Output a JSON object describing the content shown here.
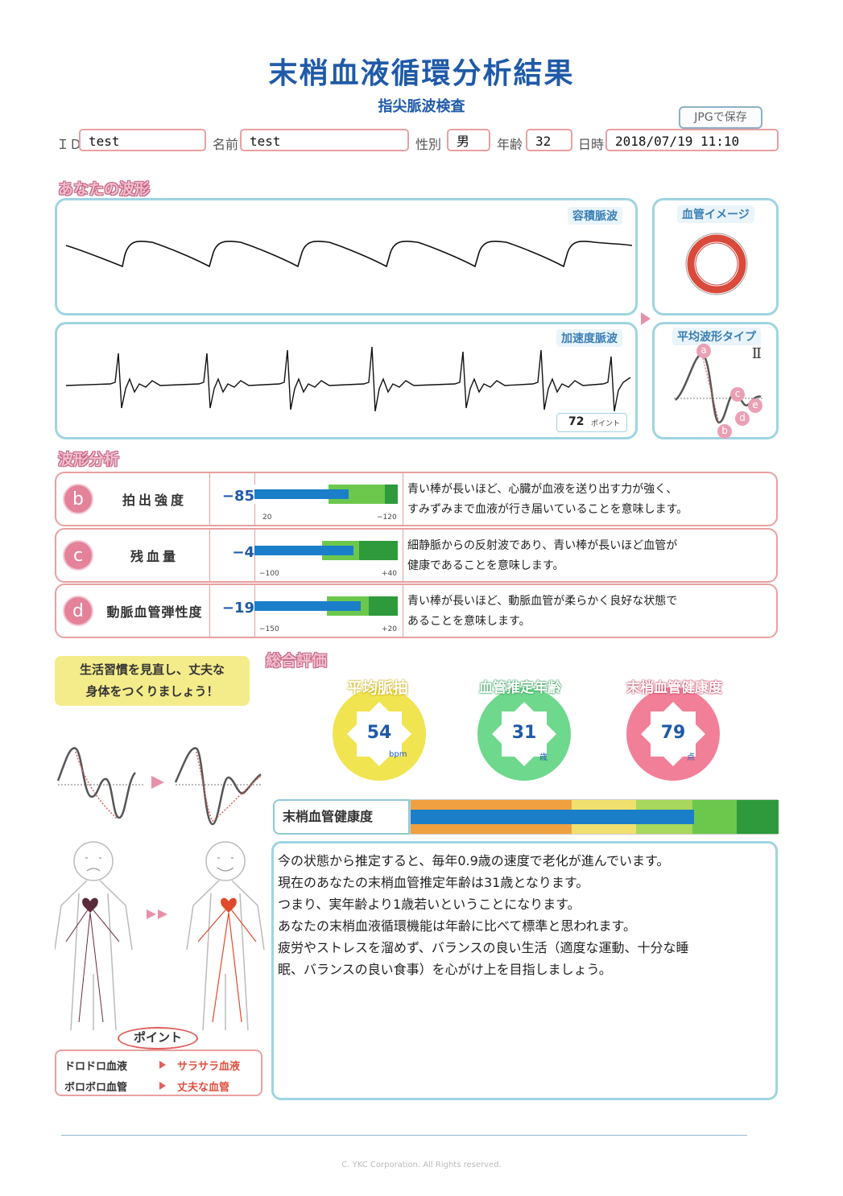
{
  "header": {
    "title": "末梢血液循環分析結果",
    "subtitle": "指尖脈波検査",
    "save_button": "JPGで保存"
  },
  "fields": {
    "id_label": "ＩＤ",
    "id_value": "test",
    "name_label": "名前",
    "name_value": "test",
    "sex_label": "性別",
    "sex_value": "男",
    "age_label": "年齢",
    "age_value": "32",
    "datetime_label": "日時",
    "datetime_value": "2018/07/19 11:10"
  },
  "waveform_section": {
    "heading": "あなたの波形",
    "volume_label": "容積脈波",
    "accel_label": "加速度脈波",
    "points_value": "72",
    "points_unit": "ポイント",
    "vessel_label": "血管イメージ",
    "avg_type_label": "平均波形タイプ",
    "avg_type_value": "Ⅱ",
    "markers": [
      "a",
      "b",
      "c",
      "d",
      "e"
    ]
  },
  "analysis_section": {
    "heading": "波形分析",
    "rows": [
      {
        "badge": "b",
        "name": "拍出強度",
        "value": "−85",
        "tick_left": "20",
        "tick_right": "−120",
        "fill": 0.66,
        "desc1": "青い棒が長いほど、心臓が血液を送り出す力が強く、",
        "desc2": "すみずみまで血液が行き届いていることを意味します。"
      },
      {
        "badge": "c",
        "name": "残血量",
        "value": "−4",
        "tick_left": "−100",
        "tick_right": "+40",
        "fill": 0.69,
        "desc1": "細静脈からの反射波であり、青い棒が長いほど血管が",
        "desc2": "健康であることを意味します。"
      },
      {
        "badge": "d",
        "name": "動脈血管弾性度",
        "value": "−19",
        "tick_left": "−150",
        "tick_right": "+20",
        "fill": 0.74,
        "desc1": "青い棒が長いほど、動脈血管が柔らかく良好な状態で",
        "desc2": "あることを意味します。"
      }
    ]
  },
  "advice": {
    "line1": "生活習慣を見直し、丈夫な",
    "line2": "身体をつくりましょう！"
  },
  "overall_section": {
    "heading": "総合評価",
    "gauges": [
      {
        "label": "平均脈拍",
        "value": "54",
        "unit": "bpm",
        "color": "#f0e450"
      },
      {
        "label": "血管推定年齢",
        "value": "31",
        "unit": "歳",
        "color": "#6ed88c"
      },
      {
        "label": "末梢血管健康度",
        "value": "79",
        "unit": "点",
        "color": "#f27f98"
      }
    ],
    "health_label": "末梢血管健康度",
    "health_fill": 0.77
  },
  "comment_lines": [
    "今の状態から推定すると、毎年0.9歳の速度で老化が進んでいます。",
    "現在のあなたの末梢血管推定年齢は31歳となります。",
    "つまり、実年齢より1歳若いということになります。",
    "あなたの末梢血液循環機能は年齢に比べて標準と思われます。",
    "疲労やストレスを溜めず、バランスの良い生活（適度な運動、十分な睡",
    "眠、バランスの良い食事）を心がけ上を目指しましょう。"
  ],
  "legend": {
    "point_label": "ポイント",
    "bad_blood": "ドロドロ血液",
    "good_blood": "サラサラ血液",
    "bad_vessel": "ボロボロ血管",
    "good_vessel": "丈夫な血管"
  },
  "footer": "C. YKC Corporation. All Rights reserved.",
  "colors": {
    "title_blue": "#1f5aa8",
    "bar_blue": "#1a7fc8",
    "panel_border": "#9fd4e2",
    "row_border": "#e8a0a0",
    "badge_pink": "#e4829a"
  }
}
